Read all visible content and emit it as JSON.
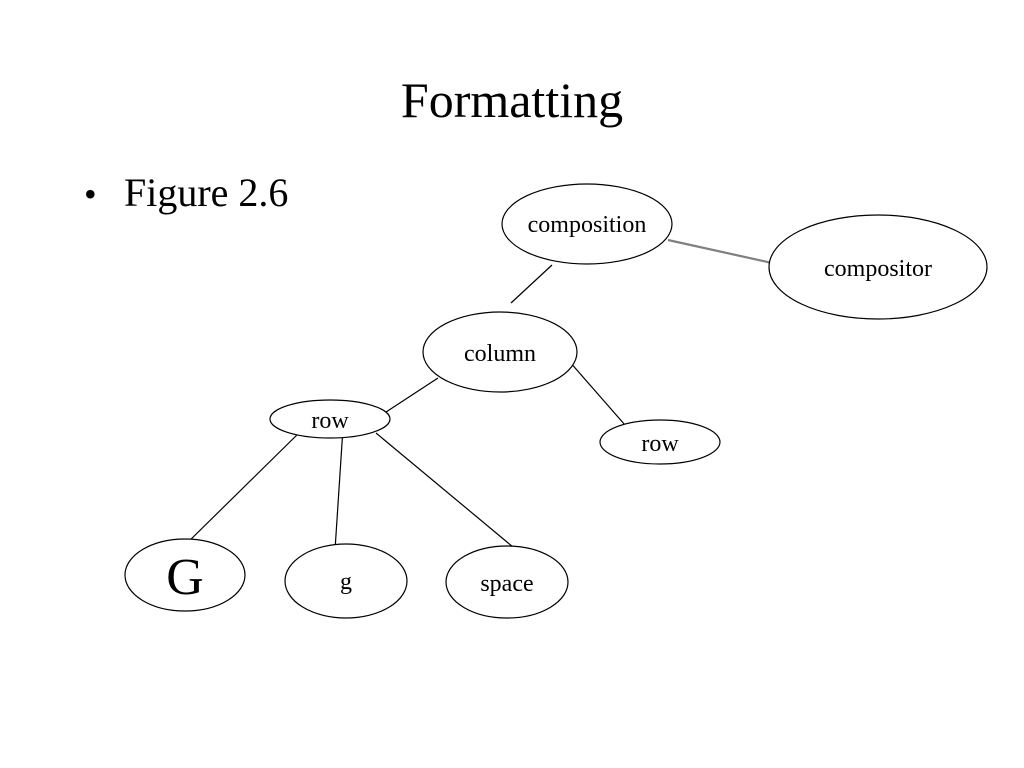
{
  "slide": {
    "title": "Formatting",
    "bullets": [
      "Figure 2.6"
    ]
  },
  "diagram": {
    "nodes": [
      {
        "id": "composition",
        "label": "composition"
      },
      {
        "id": "compositor",
        "label": "compositor"
      },
      {
        "id": "column",
        "label": "column"
      },
      {
        "id": "row-left",
        "label": "row"
      },
      {
        "id": "row-right",
        "label": "row"
      },
      {
        "id": "glyph-G",
        "label": "G"
      },
      {
        "id": "glyph-g",
        "label": "g"
      },
      {
        "id": "glyph-space",
        "label": "space"
      }
    ],
    "edges": [
      {
        "from": "composition",
        "to": "compositor",
        "color": "#808080"
      },
      {
        "from": "composition",
        "to": "column",
        "color": "#000000"
      },
      {
        "from": "column",
        "to": "row-left",
        "color": "#000000"
      },
      {
        "from": "column",
        "to": "row-right",
        "color": "#000000"
      },
      {
        "from": "row-left",
        "to": "glyph-G",
        "color": "#000000"
      },
      {
        "from": "row-left",
        "to": "glyph-g",
        "color": "#000000"
      },
      {
        "from": "row-left",
        "to": "glyph-space",
        "color": "#000000"
      }
    ]
  }
}
